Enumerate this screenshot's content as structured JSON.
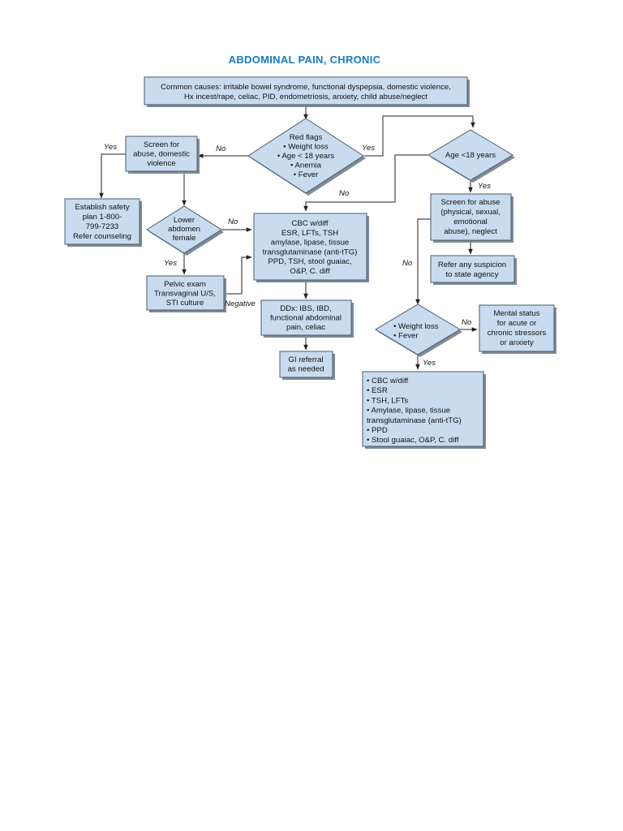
{
  "title": "ABDOMINAL PAIN, CHRONIC",
  "nodes": {
    "common_causes": [
      "Common causes: irritable bowel syndrome, functional dyspepsia, domestic violence,",
      "Hx incest/rape, celiac, PID, endometriosis, anxiety, child abuse/neglect"
    ],
    "red_flags": [
      "Red flags",
      "• Weight loss",
      "• Age < 18 years",
      "• Anemia",
      "• Fever"
    ],
    "screen_abuse_dv": [
      "Screen for",
      "abuse, domestic",
      "violence"
    ],
    "establish_safety": [
      "Establish safety",
      "plan 1-800-",
      "799-7233",
      "Refer counseling"
    ],
    "lower_abdomen": [
      "Lower",
      "abdomen",
      "female"
    ],
    "pelvic_exam": [
      "Pelvic exam",
      "Transvaginal U/S,",
      "STI culture"
    ],
    "cbc_main": [
      "CBC w/diff",
      "ESR, LFTs, TSH",
      "amylase, lipase, tissue",
      "transglutaminase (anti-tTG)",
      "PPD, TSH, stool guaiac,",
      "O&P, C. diff"
    ],
    "ddx": [
      "DDx: IBS, IBD,",
      "functional abdominal",
      "pain, celiac"
    ],
    "gi_referral": [
      "GI referral",
      "as needed"
    ],
    "age_18": [
      "Age <18 years"
    ],
    "screen_abuse_child": [
      "Screen for abuse",
      "(physical, sexual,",
      "emotional",
      "abuse), neglect"
    ],
    "refer_suspicion": [
      "Refer any suspicion",
      "to state agency"
    ],
    "weight_fever": [
      "• Weight loss",
      "• Fever"
    ],
    "mental_status": [
      "Mental status",
      "for acute or",
      "chronic stressors",
      "or anxiety"
    ],
    "cbc_child": [
      "• CBC w/diff",
      "• ESR",
      "• TSH, LFTs",
      "• Amylase, lipase, tissue",
      "  transglutaminase (anti-tTG)",
      "• PPD",
      "• Stool guaiac, O&P, C. diff"
    ]
  },
  "labels": {
    "yes": "Yes",
    "no": "No",
    "negative": "Negative"
  }
}
